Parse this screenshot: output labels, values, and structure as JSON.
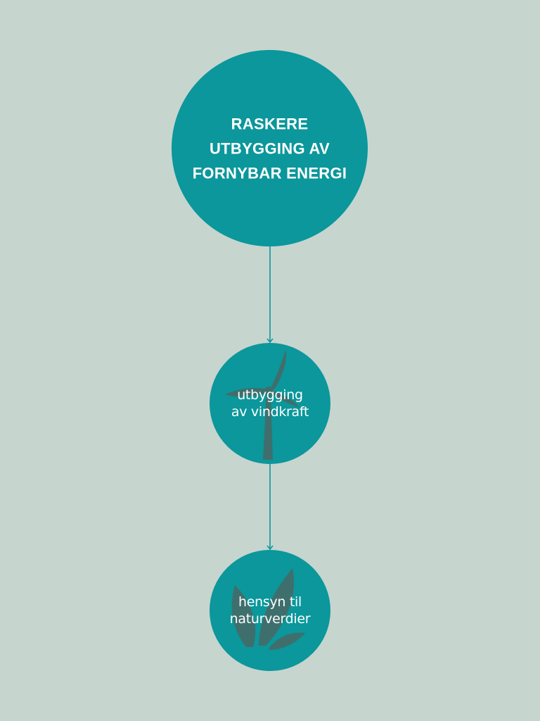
{
  "nodes": {
    "main": {
      "label": "RASKERE\nUTBYGGING AV\nFORNYBAR ENERGI"
    },
    "wind": {
      "label": "utbygging\nav vindkraft",
      "icon": "wind-turbine-icon"
    },
    "nature": {
      "label": "hensyn til\nnaturverdier",
      "icon": "leaves-icon"
    }
  },
  "edges": [
    {
      "from": "main",
      "to": "wind"
    },
    {
      "from": "wind",
      "to": "nature"
    }
  ],
  "colors": {
    "background": "#c7d5cf",
    "node_fill": "#0b979b",
    "connector": "#0b979b",
    "icon_fill": "#3f6f6d",
    "text": "#ffffff"
  }
}
